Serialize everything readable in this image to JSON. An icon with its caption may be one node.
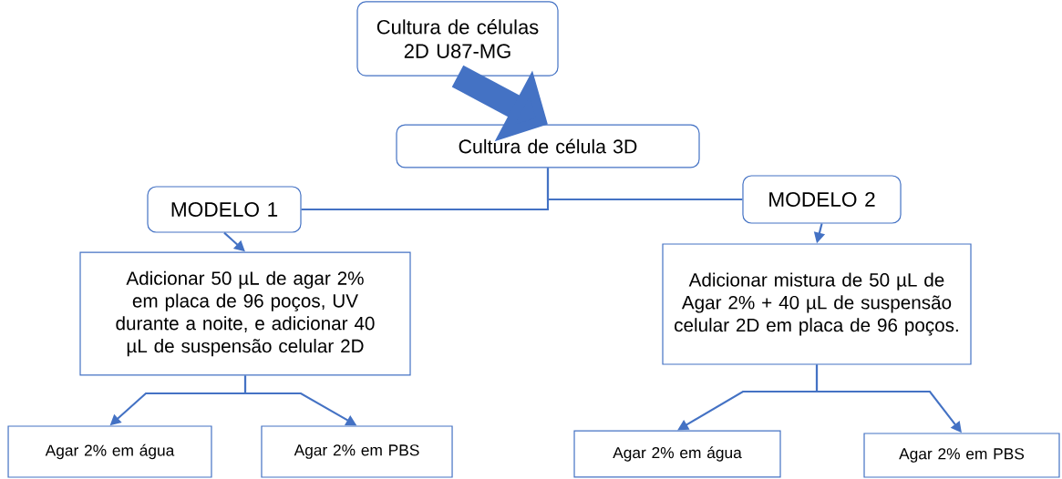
{
  "diagram": {
    "nodes": [
      {
        "text": [
          "Cultura de células 2D U87-MG"
        ]
      },
      {
        "text": [
          "Cultura de célula 3D"
        ]
      },
      {
        "text": [
          "MODELO 1"
        ]
      },
      {
        "text": [
          "MODELO 2"
        ]
      },
      {
        "text": [
          "Adicionar 50 µL de agar 2% em placa de 96 poços, UV durante a noite, e adicionar 40 µL de suspensão celular 2D"
        ]
      },
      {
        "text": [
          "Adicionar mistura de 50 µL de Agar 2% + 40 µL de suspensão celular 2D em placa de 96 poços."
        ]
      },
      {
        "text": [
          "Agar 2% em água"
        ]
      },
      {
        "text": [
          "Agar 2% em PBS"
        ]
      },
      {
        "text": [
          "Agar 2% em água"
        ]
      },
      {
        "text": [
          "Agar 2% em PBS"
        ]
      }
    ],
    "edges": [
      {
        "from": 0,
        "to": 1,
        "arrow": "to",
        "style": "thick"
      },
      {
        "from": 1,
        "to": 2,
        "arrow": "none"
      },
      {
        "from": 1,
        "to": 3,
        "arrow": "none"
      },
      {
        "from": 2,
        "to": 4,
        "arrow": "to"
      },
      {
        "from": 3,
        "to": 5,
        "arrow": "to"
      },
      {
        "from": 4,
        "to": 6,
        "arrow": "to"
      },
      {
        "from": 4,
        "to": 7,
        "arrow": "to"
      },
      {
        "from": 5,
        "to": 8,
        "arrow": "to"
      },
      {
        "from": 5,
        "to": 9,
        "arrow": "to"
      }
    ]
  }
}
